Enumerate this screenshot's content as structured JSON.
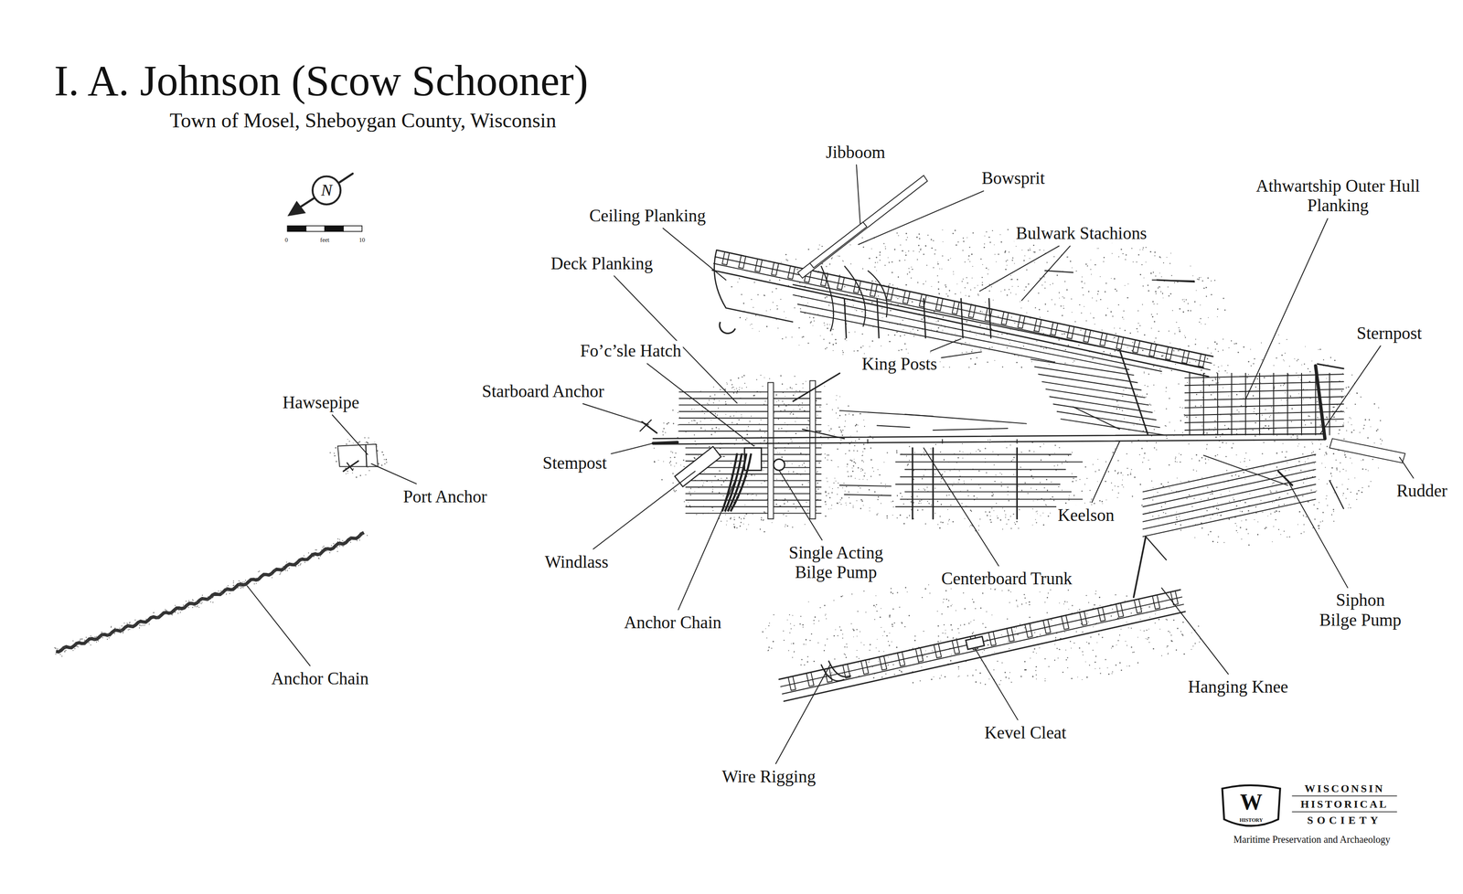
{
  "diagram": {
    "title": "I. A. Johnson (Scow Schooner)",
    "labels": [
      "Town of Mosel, Sheboygan County, Wisconsin",
      "N",
      "0",
      "feet",
      "10",
      "Jibboom",
      "Bowsprit",
      "Ceiling Planking",
      "Deck Planking",
      "Bulwark Stachions",
      "Athwartship Outer Hull Planking",
      "Sternpost",
      "King Posts",
      "Fo’c’sle Hatch",
      "Starboard Anchor",
      "Hawsepipe",
      "Stempost",
      "Port Anchor",
      "Windlass",
      "Single Acting Bilge Pump",
      "Centerboard Trunk",
      "Keelson",
      "Rudder",
      "Siphon Bilge Pump",
      "Anchor Chain",
      "Anchor Chain",
      "Hanging Knee",
      "Kevel Cleat",
      "Wire Rigging",
      "W",
      "HISTORY",
      "WISCONSIN",
      "HISTORICAL",
      "SOCIETY",
      "Maritime Preservation and Archaeology"
    ]
  }
}
